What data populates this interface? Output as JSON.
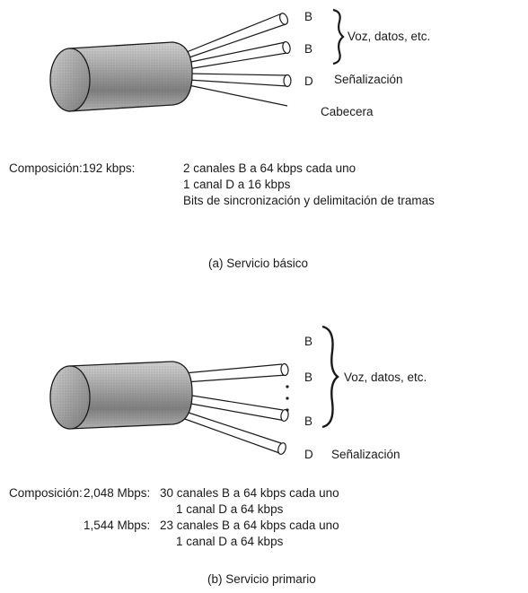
{
  "basic": {
    "labels": {
      "b1": "B",
      "b2": "B",
      "d": "D",
      "voice": "Voz, datos, etc.",
      "signal": "Señalización",
      "header": "Cabecera"
    },
    "composition": {
      "prefix": "Composición:192 kbps:",
      "line1": "2 canales B a 64 kbps cada uno",
      "line2": "1 canal D a 16 kbps",
      "line3": "Bits de sincronización y delimitación de tramas"
    },
    "caption": "(a)  Servicio básico"
  },
  "primary": {
    "labels": {
      "b1": "B",
      "b2": "B",
      "b3": "B",
      "d": "D",
      "voice": "Voz, datos, etc.",
      "signal": "Señalización"
    },
    "composition": {
      "prefix": "Composición:",
      "rate1": "2,048 Mbps:",
      "rate1_line1": "30 canales B a 64 kbps cada uno",
      "rate1_line2": "1 canal D a 64 kbps",
      "rate2": "1,544 Mbps:",
      "rate2_line1": "23 canales B a 64 kbps cada uno",
      "rate2_line2": "1 canal D a 64 kbps"
    },
    "caption": "(b)  Servicio primario"
  }
}
